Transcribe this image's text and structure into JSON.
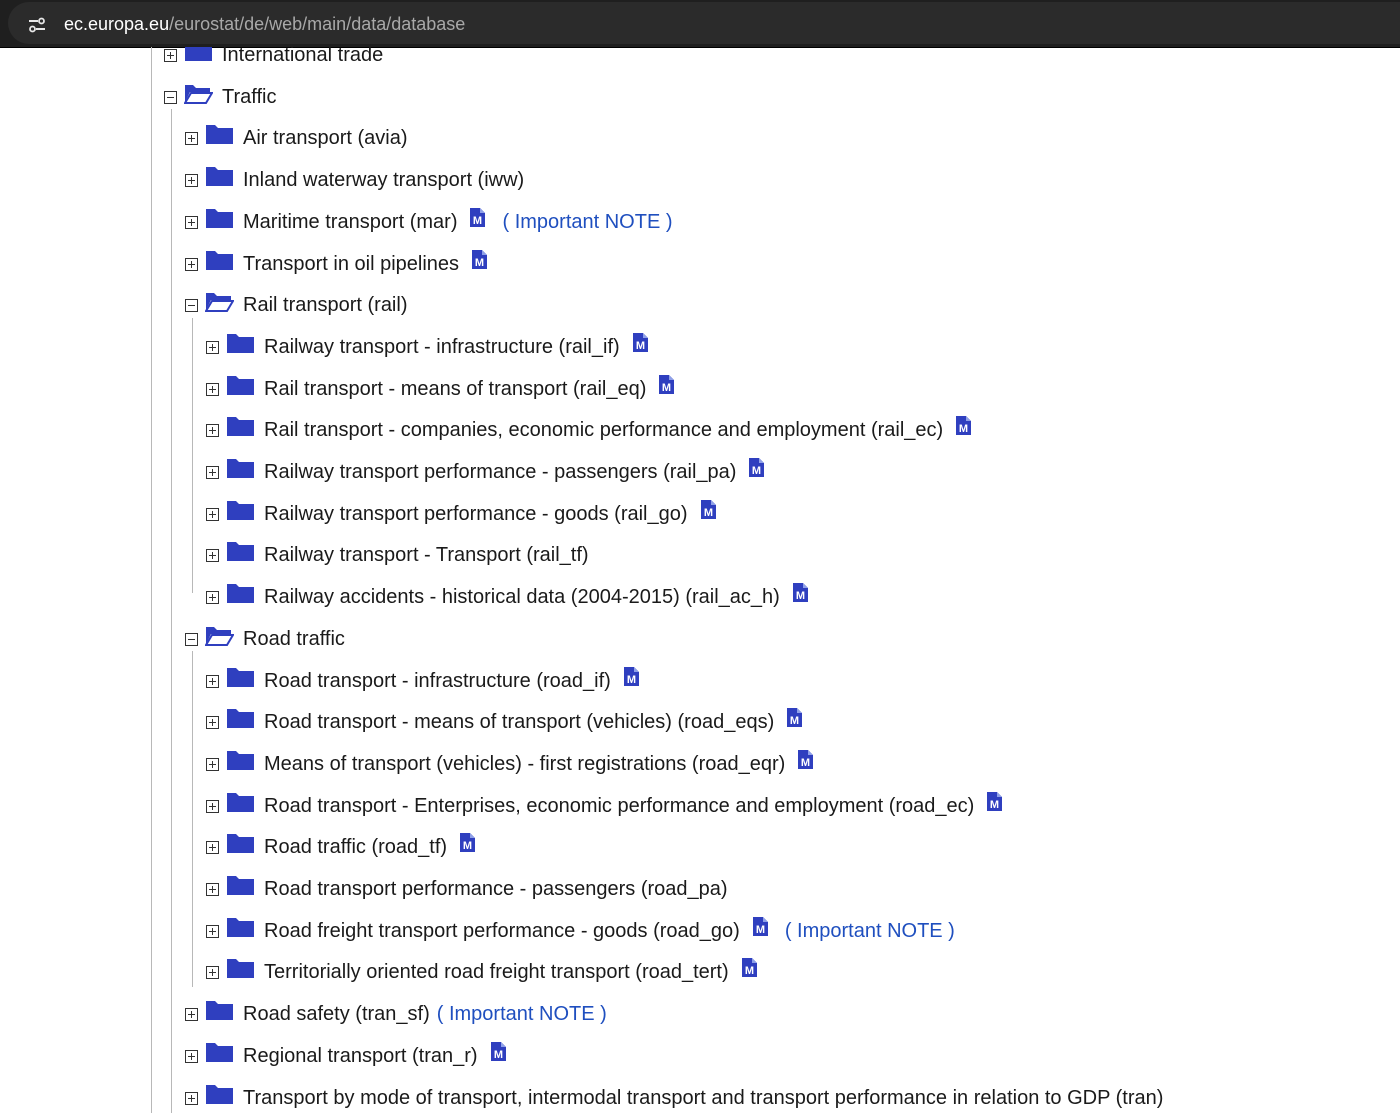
{
  "browser": {
    "url_host": "ec.europa.eu",
    "url_path": "/eurostat/de/web/main/data/database"
  },
  "colors": {
    "folder": "#2f3fbf",
    "note_link": "#1f4fbf",
    "background": "#ffffff"
  },
  "tree": {
    "rows": [
      {
        "label": "International trade",
        "expanded": false,
        "level": 0,
        "metadata": false,
        "note": ""
      },
      {
        "label": "Traffic",
        "expanded": true,
        "level": 0,
        "metadata": false,
        "note": ""
      },
      {
        "label": "Air transport (avia)",
        "expanded": false,
        "level": 1,
        "metadata": false,
        "note": ""
      },
      {
        "label": "Inland waterway transport (iww)",
        "expanded": false,
        "level": 1,
        "metadata": false,
        "note": ""
      },
      {
        "label": "Maritime transport (mar)",
        "expanded": false,
        "level": 1,
        "metadata": true,
        "note": "( Important NOTE )"
      },
      {
        "label": "Transport in oil pipelines",
        "expanded": false,
        "level": 1,
        "metadata": true,
        "note": ""
      },
      {
        "label": "Rail transport (rail)",
        "expanded": true,
        "level": 1,
        "metadata": false,
        "note": ""
      },
      {
        "label": "Railway transport - infrastructure (rail_if)",
        "expanded": false,
        "level": 2,
        "metadata": true,
        "note": ""
      },
      {
        "label": "Rail transport - means of transport (rail_eq)",
        "expanded": false,
        "level": 2,
        "metadata": true,
        "note": ""
      },
      {
        "label": "Rail transport - companies, economic performance and employment (rail_ec)",
        "expanded": false,
        "level": 2,
        "metadata": true,
        "note": ""
      },
      {
        "label": "Railway transport performance - passengers (rail_pa)",
        "expanded": false,
        "level": 2,
        "metadata": true,
        "note": ""
      },
      {
        "label": "Railway transport performance - goods (rail_go)",
        "expanded": false,
        "level": 2,
        "metadata": true,
        "note": ""
      },
      {
        "label": "Railway transport - Transport (rail_tf)",
        "expanded": false,
        "level": 2,
        "metadata": false,
        "note": ""
      },
      {
        "label": "Railway accidents - historical data (2004-2015) (rail_ac_h)",
        "expanded": false,
        "level": 2,
        "metadata": true,
        "note": ""
      },
      {
        "label": "Road traffic",
        "expanded": true,
        "level": 1,
        "metadata": false,
        "note": ""
      },
      {
        "label": "Road transport - infrastructure (road_if)",
        "expanded": false,
        "level": 2,
        "metadata": true,
        "note": ""
      },
      {
        "label": "Road transport - means of transport (vehicles) (road_eqs)",
        "expanded": false,
        "level": 2,
        "metadata": true,
        "note": ""
      },
      {
        "label": "Means of transport (vehicles) - first registrations (road_eqr)",
        "expanded": false,
        "level": 2,
        "metadata": true,
        "note": ""
      },
      {
        "label": "Road transport - Enterprises, economic performance and employment (road_ec)",
        "expanded": false,
        "level": 2,
        "metadata": true,
        "note": ""
      },
      {
        "label": "Road traffic (road_tf)",
        "expanded": false,
        "level": 2,
        "metadata": true,
        "note": ""
      },
      {
        "label": "Road transport performance - passengers (road_pa)",
        "expanded": false,
        "level": 2,
        "metadata": false,
        "note": ""
      },
      {
        "label": "Road freight transport performance - goods (road_go)",
        "expanded": false,
        "level": 2,
        "metadata": true,
        "note": "( Important NOTE )"
      },
      {
        "label": "Territorially oriented road freight transport (road_tert)",
        "expanded": false,
        "level": 2,
        "metadata": true,
        "note": ""
      },
      {
        "label": "Road safety (tran_sf)",
        "expanded": false,
        "level": 1,
        "metadata": false,
        "note": "( Important NOTE )"
      },
      {
        "label": "Regional transport (tran_r)",
        "expanded": false,
        "level": 1,
        "metadata": true,
        "note": ""
      },
      {
        "label": "Transport by mode of transport, intermodal transport and transport performance in relation to GDP (tran)",
        "expanded": false,
        "level": 1,
        "metadata": false,
        "note": ""
      }
    ]
  }
}
